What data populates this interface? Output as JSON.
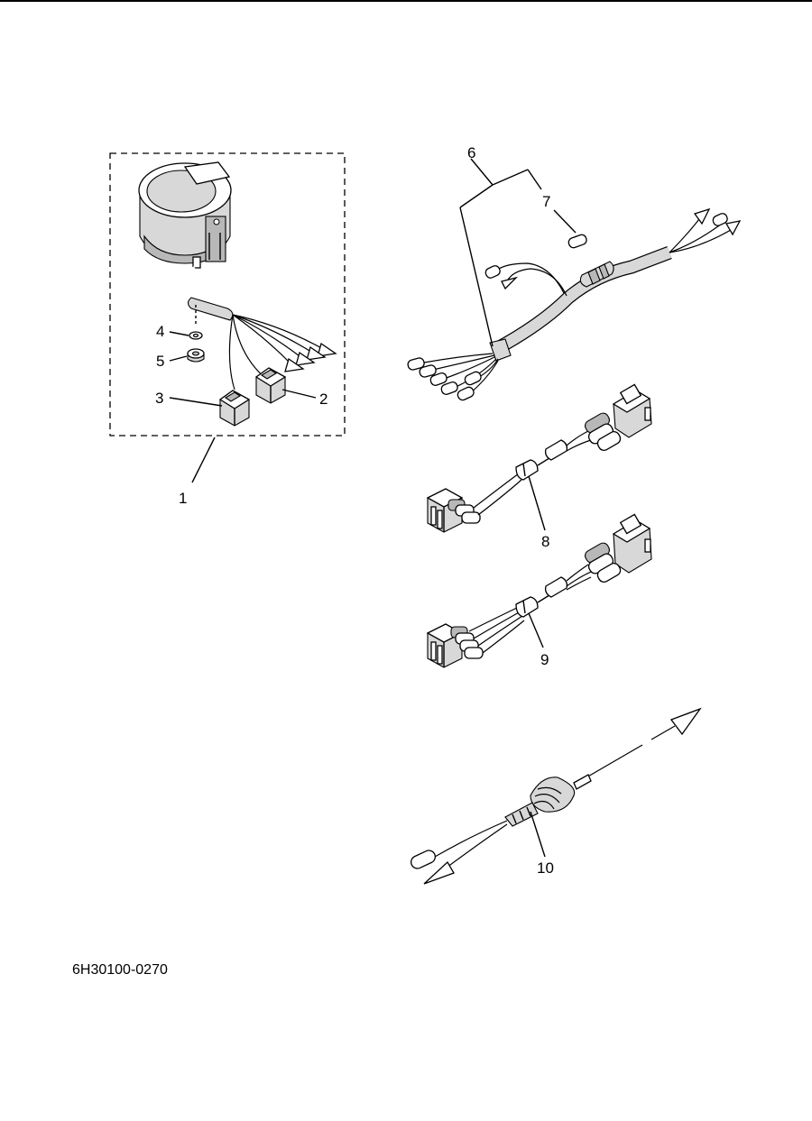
{
  "diagram": {
    "part_code": "6H30100-0270",
    "callouts": [
      {
        "id": "1",
        "text": "1"
      },
      {
        "id": "2",
        "text": "2"
      },
      {
        "id": "3",
        "text": "3"
      },
      {
        "id": "4",
        "text": "4"
      },
      {
        "id": "5",
        "text": "5"
      },
      {
        "id": "6",
        "text": "6"
      },
      {
        "id": "7",
        "text": "7"
      },
      {
        "id": "8",
        "text": "8"
      },
      {
        "id": "9",
        "text": "9"
      },
      {
        "id": "10",
        "text": "10"
      }
    ]
  }
}
